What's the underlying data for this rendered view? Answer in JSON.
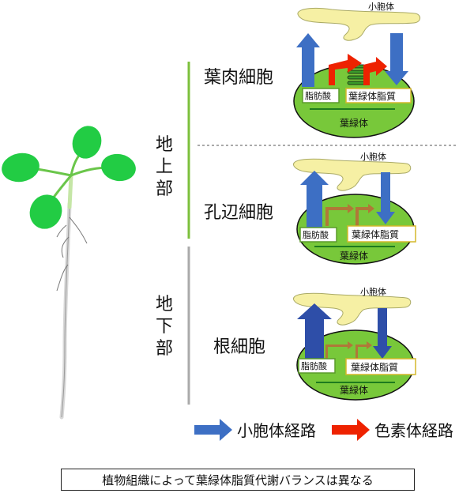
{
  "labels": {
    "above_ground": "地上部",
    "below_ground": "地下部",
    "cell_mesophyll": "葉肉細胞",
    "cell_guard": "孔辺細胞",
    "cell_root": "根細胞",
    "er": "小胞体",
    "fatty_acid": "脂肪酸",
    "chloroplast_lipid": "葉緑体脂質",
    "chloroplast": "葉緑体"
  },
  "legend": {
    "er_pathway": "小胞体経路",
    "plastid_pathway": "色素体経路"
  },
  "caption": "植物組織によって葉緑体脂質代謝バランスは異なる",
  "colors": {
    "plant_green": "#22cc44",
    "divider_green": "#7cc03c",
    "divider_gray": "#aaaaaa",
    "chloroplast_fill": "#78c83a",
    "er_fill": "#f6f0a4",
    "blue_arrow": "#3d6fc4",
    "red_arrow": "#ee2200",
    "brown_arrow": "#b07838",
    "fatty_acid_border": "#5a9a2a",
    "lipid_border": "#d4b82a"
  }
}
